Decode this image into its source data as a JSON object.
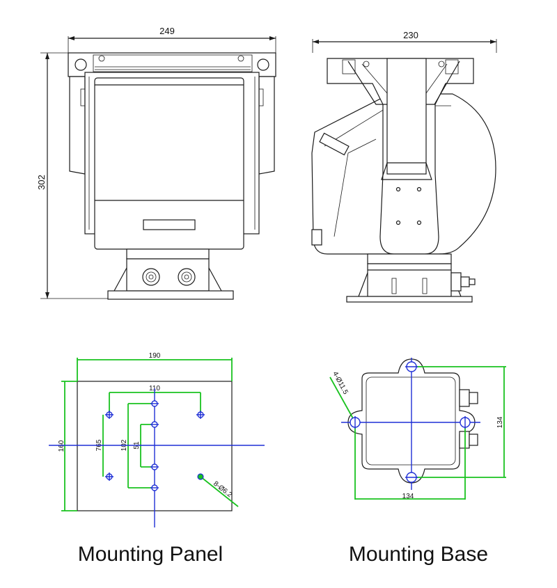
{
  "front_view": {
    "width_label": "249",
    "height_label": "302"
  },
  "side_view": {
    "width_label": "230"
  },
  "mounting_panel": {
    "caption": "Mounting Panel",
    "width_label": "190",
    "height_label": "160",
    "hole_spacing_label": "110",
    "label_765": "765",
    "label_102": "102",
    "label_51": "51",
    "hole_label": "8-Ø6.2"
  },
  "mounting_base": {
    "caption": "Mounting Base",
    "hole_label": "4-Ø11.5",
    "height_label": "134",
    "width_label": "134"
  }
}
